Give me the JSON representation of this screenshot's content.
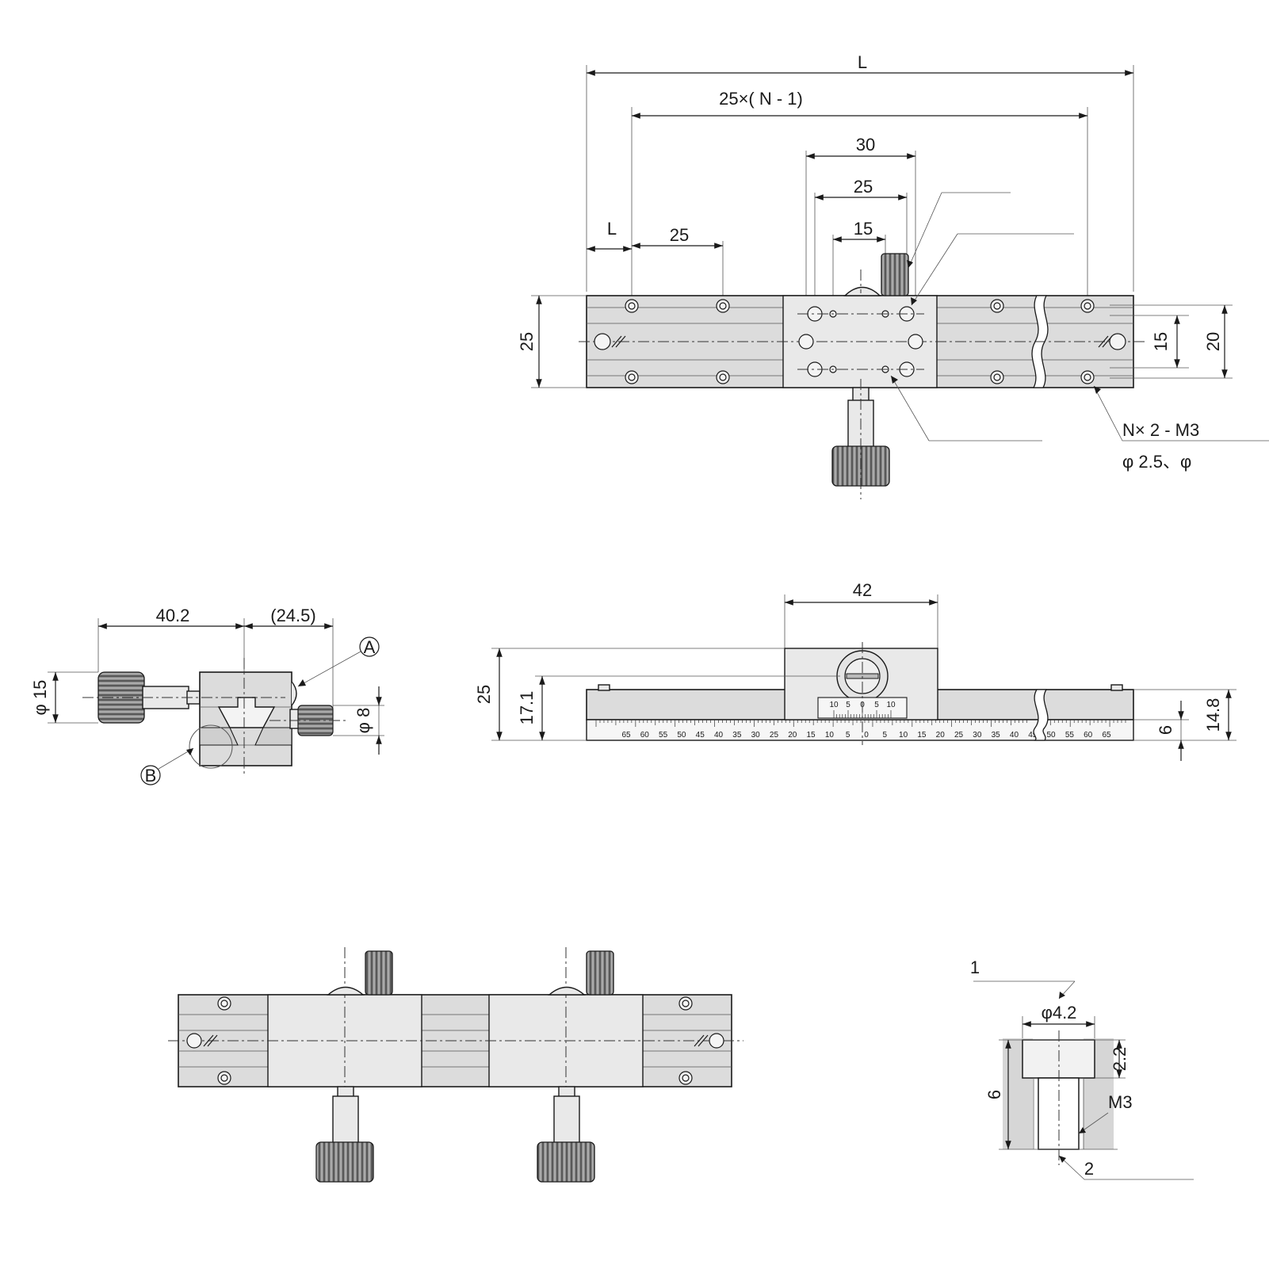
{
  "top_view": {
    "dim_overall": "L",
    "dim_pitch_total": "25×( N - 1)",
    "dim_carriage_30": "30",
    "dim_carriage_25": "25",
    "dim_carriage_15": "15",
    "dim_end": "L",
    "dim_first_pitch": "25",
    "dim_height": "25",
    "dim_rail_15": "15",
    "dim_rail_20": "20",
    "note_holes": "N× 2 - M3",
    "note_dia": "φ 2.5、φ"
  },
  "side_view": {
    "dim_40_2": "40.2",
    "dim_24_5": "(24.5)",
    "dim_phi15": "φ 15",
    "dim_phi8": "φ 8",
    "label_a": "A",
    "label_b": "B"
  },
  "front_view": {
    "dim_42": "42",
    "dim_25": "25",
    "dim_17_1": "17.1",
    "dim_6": "6",
    "dim_14_8": "14.8",
    "vernier_labels": [
      "10",
      "5",
      "0",
      "5",
      "10"
    ],
    "scale_labels": [
      "65",
      "60",
      "55",
      "50",
      "45",
      "40",
      "35",
      "30",
      "25",
      "20",
      "15",
      "10",
      "5",
      "0",
      "5",
      "10",
      "15",
      "20",
      "25",
      "30",
      "35",
      "40",
      "45",
      "50",
      "55",
      "60",
      "65"
    ]
  },
  "detail_view": {
    "label_1": "1",
    "dim_phi4_2": "φ4.2",
    "dim_2_2": "2.2",
    "dim_6": "6",
    "dim_m3": "M3",
    "label_2": "2"
  }
}
